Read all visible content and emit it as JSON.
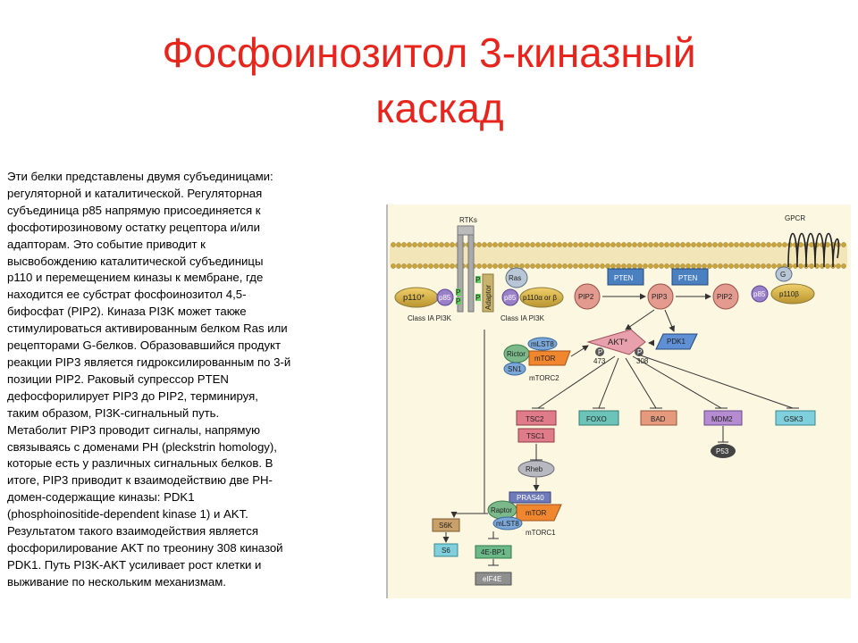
{
  "slide": {
    "title_lines": [
      "Фосфоинозитол 3-киназный",
      "каскад"
    ],
    "body_lines": [
      "Эти белки  представлены двумя субъединицами:",
      "регуляторной и каталитической. Регуляторная",
      "субъединица р85 напрямую присоединяется к",
      "фосфотирозиновому остатку рецептора и/или",
      "адапторам.  Это событие приводит к",
      "высвобождению каталитической субъединицы",
      "p110 и перемещением киназы к мембране, где",
      "находится ее субстрат фосфоинозитол 4,5-",
      "бифосфат (PIP2). Киназа PI3K может также",
      "стимулироваться активированным белком Ras или",
      "рецепторами G-белков. Образовавшийся продукт",
      "реакции PIP3 является гидроксилированным по 3-й",
      "позиции PIP2. Раковый супрессор PTEN",
      "дефосфорилирует PIP3 до PIP2, терминируя,",
      "таким образом, PI3K-сигнальный путь.",
      "Метаболит PIP3 проводит сигналы, напрямую",
      "связываясь с доменами PH (pleckstrin homology),",
      "которые есть у различных сигнальных белков. В",
      "итоге,  PIP3 приводит к взаимодействию две PH-",
      "домен-содержащие киназы: PDK1",
      "(phosphoinositide-dependent kinase 1) и AKT.",
      "Результатом такого взаимодействия является",
      "фосфорилирование AKT по треонину 308 киназой",
      "PDK1. Путь PI3K-AKT усиливает рост клетки и",
      "выживание по нескольким механизмам."
    ]
  },
  "diagram": {
    "labels": {
      "rtks": "RTKs",
      "gpcr": "GPCR",
      "g": "G",
      "adapter": "Adaptor",
      "p110_star": "p110*",
      "p85_left": "p85",
      "p_a": "P",
      "p_b": "P",
      "p_c": "P",
      "p_d": "P",
      "ras": "Ras",
      "p85_mid": "p85",
      "p110ab": "p110α or β",
      "class_ia_1": "Class IA PI3K",
      "class_ia_2": "Class IA PI3K",
      "pip2_a": "PIP2",
      "pten_a": "PTEN",
      "pip3": "PIP3",
      "pten_b": "PTEN",
      "pip2_b": "PIP2",
      "p85_right": "p85",
      "p110b": "p110β",
      "akt": "AKT*",
      "pdk1": "PDK1",
      "p_akt1": "P",
      "p_akt2": "P",
      "n473": "473",
      "n308": "308",
      "mlst8_top": "mLST8",
      "rictor": "Rictor",
      "mtor_top": "mTOR",
      "sin1": "SN1",
      "mtorc2": "mTORC2",
      "tsc2": "TSC2",
      "tsc1": "TSC1",
      "foxo": "FOXO",
      "bad": "BAD",
      "mdm2": "MDM2",
      "gsk3": "GSK3",
      "p53": "P53",
      "rheb": "Rheb",
      "pras40": "PRAS40",
      "raptor": "Raptor",
      "mtor_bot": "mTOR",
      "mlst8_bot": "mLST8",
      "mtorc1": "mTORC1",
      "s6k": "S6K",
      "s6": "S6",
      "ebp1": "4E-BP1",
      "eif4e": "eIF4E"
    },
    "colors": {
      "title": "#e8251c",
      "panel": "#fbf7e1",
      "pten": "#4a7fc0",
      "p110": "#f2c12e",
      "p85": "#9a7fc9",
      "pip": "#e39a8f",
      "tsc": "#e07b8a",
      "foxo": "#6cc3b8",
      "bad": "#e59a7e",
      "mdm2": "#b58bd1",
      "gsk3": "#7fd0dc"
    }
  }
}
